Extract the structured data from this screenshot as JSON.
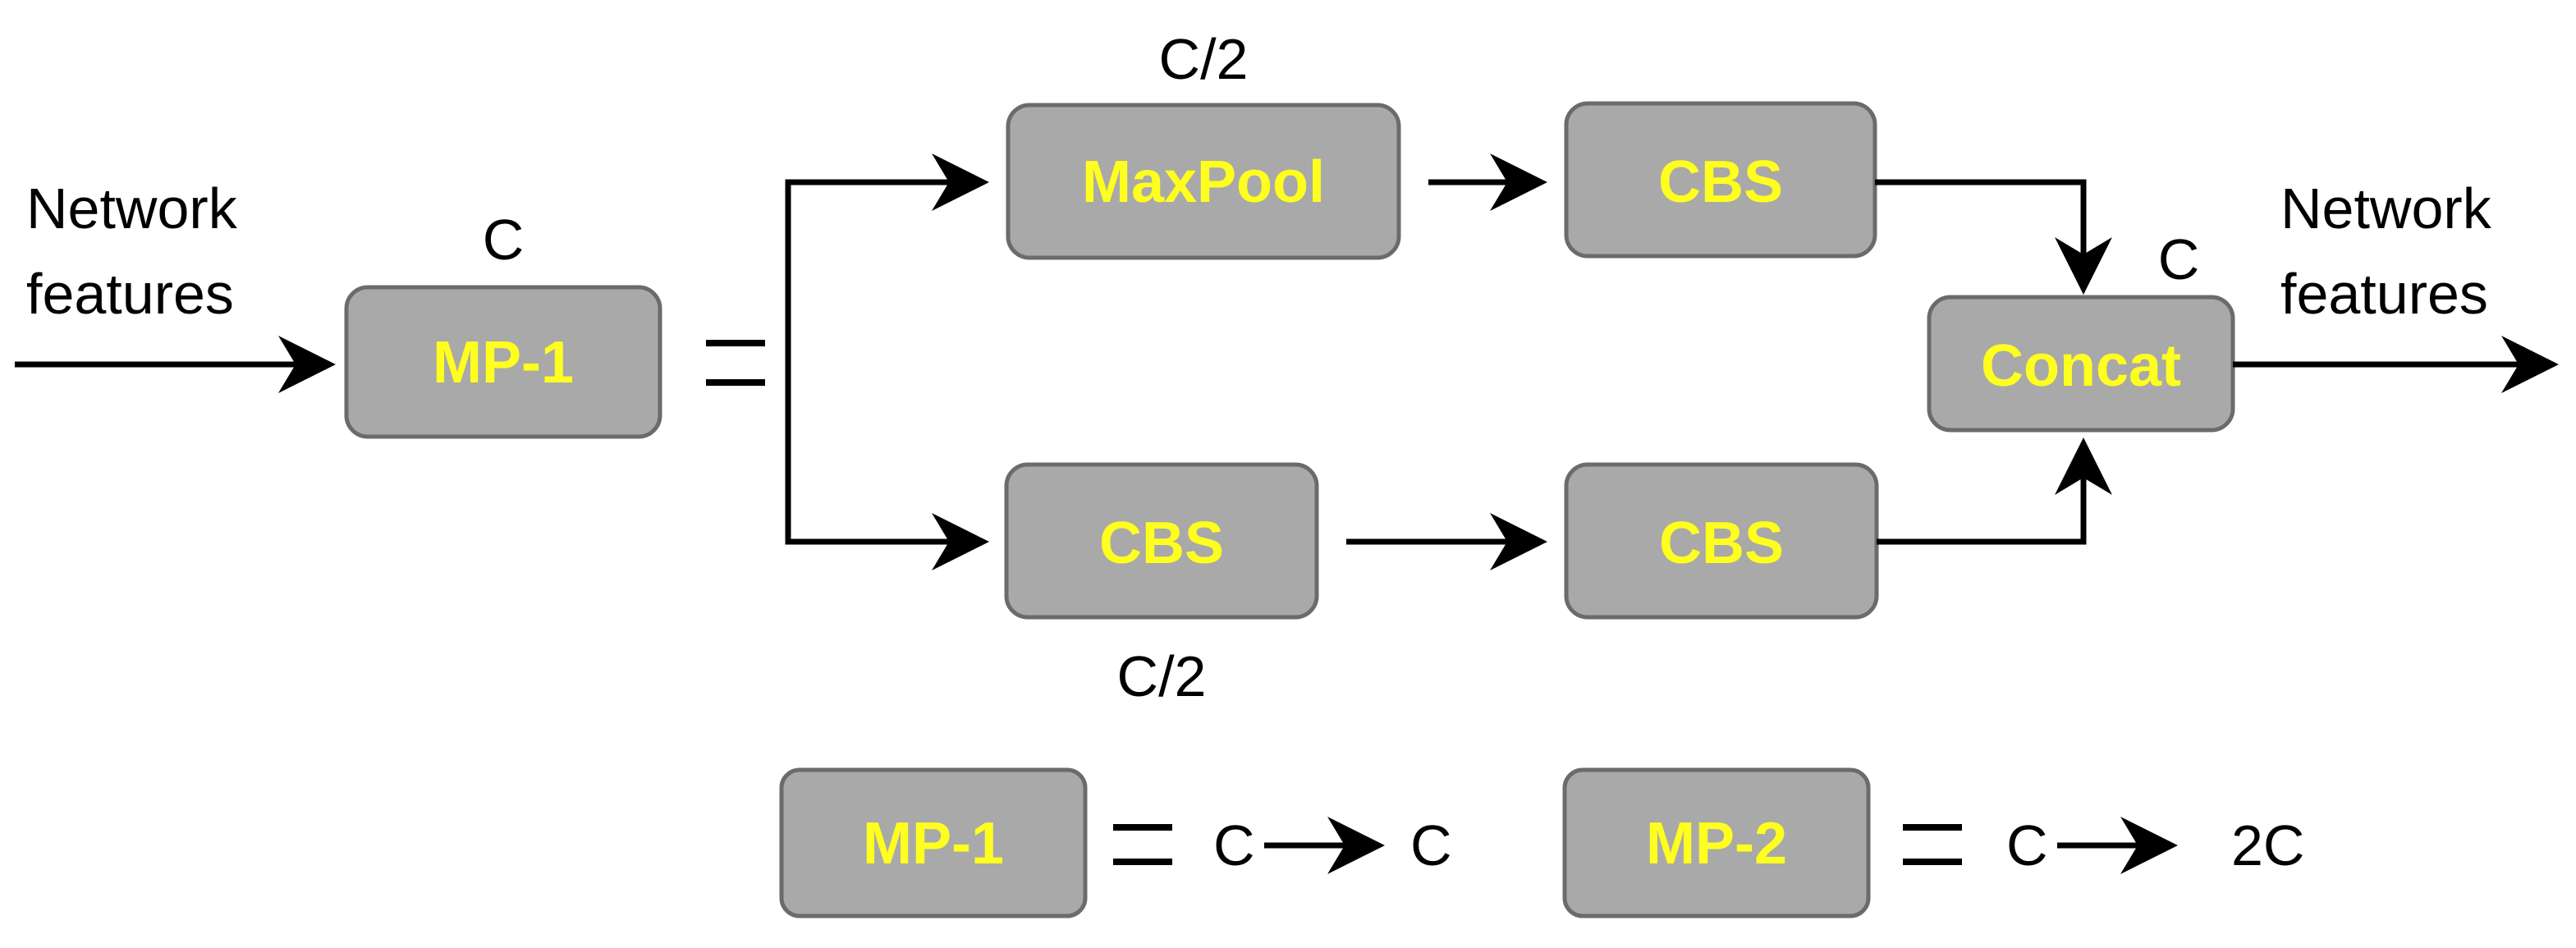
{
  "input_label": {
    "line1": "Network",
    "line2": "features"
  },
  "output_label": {
    "line1": "Network",
    "line2": "features"
  },
  "channel_labels": {
    "mp1_top": "C",
    "maxpool_top": "C/2",
    "cbs_bottom": "C/2",
    "concat_top": "C"
  },
  "blocks": {
    "mp1": "MP-1",
    "maxpool": "MaxPool",
    "cbs_top": "CBS",
    "cbs_bottom_left": "CBS",
    "cbs_bottom_right": "CBS",
    "concat": "Concat"
  },
  "legend": {
    "mp1_block": "MP-1",
    "mp1_from": "C",
    "mp1_to": "C",
    "mp2_block": "MP-2",
    "mp2_from": "C",
    "mp2_to": "2C"
  },
  "colors": {
    "box_fill": "#a9a9a9",
    "box_text": "#ffff1f",
    "line": "#000000"
  }
}
